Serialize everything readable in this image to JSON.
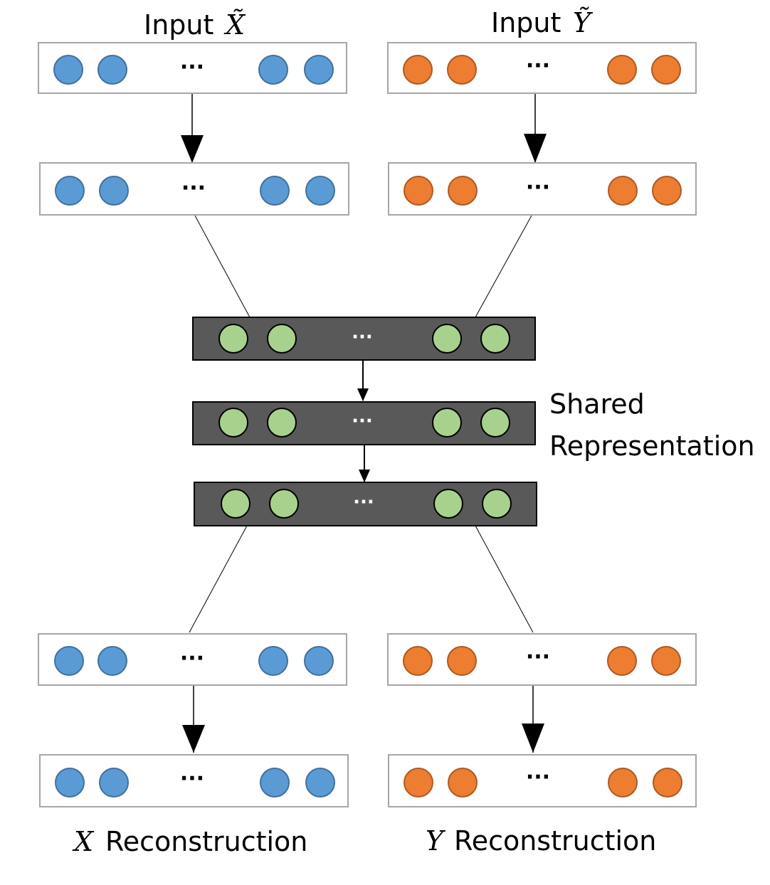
{
  "labels": {
    "input_x_word": "Input",
    "input_x_symbol": "X̃",
    "input_y_word": "Input",
    "input_y_symbol": "Ỹ",
    "shared_line1": "Shared",
    "shared_line2": "Representation",
    "x_recon_symbol": "X",
    "x_recon_word": "Reconstruction",
    "y_recon_symbol": "Y",
    "y_recon_word": "Reconstruction",
    "ellipsis": "···"
  },
  "colors": {
    "x_node_fill": "#5b9bd5",
    "x_node_stroke": "#41719c",
    "y_node_fill": "#ed7d31",
    "y_node_stroke": "#ae5a21",
    "shared_node_fill": "#a9d18e",
    "shared_node_stroke": "#000000",
    "shared_layer_fill": "#595959",
    "layer_border": "#a6a6a6"
  }
}
